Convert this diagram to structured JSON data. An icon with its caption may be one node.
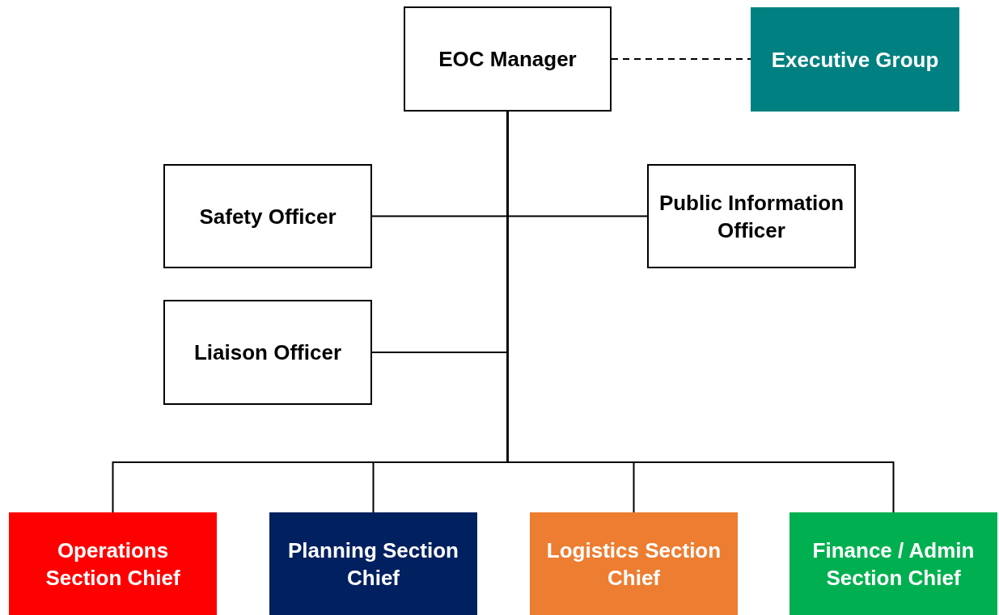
{
  "diagram": {
    "nodes": [
      {
        "text": [
          "EOC Manager"
        ]
      },
      {
        "text": [
          "Executive Group"
        ]
      },
      {
        "text": [
          "Safety Officer"
        ]
      },
      {
        "text": [
          "Public Information Officer"
        ]
      },
      {
        "text": [
          "Liaison Officer"
        ]
      },
      {
        "text": [
          "Operations Section Chief"
        ]
      },
      {
        "text": [
          "Planning Section Chief"
        ]
      },
      {
        "text": [
          "Logistics Section Chief"
        ]
      },
      {
        "text": [
          "Finance / Admin Section Chief"
        ]
      }
    ],
    "edges": [
      {
        "from": 0,
        "to": 1,
        "arrow": "none",
        "style": "dashed"
      },
      {
        "from": 0,
        "to": 2,
        "arrow": "none"
      },
      {
        "from": 0,
        "to": 3,
        "arrow": "none"
      },
      {
        "from": 0,
        "to": 4,
        "arrow": "none"
      },
      {
        "from": 0,
        "to": 5,
        "arrow": "none"
      },
      {
        "from": 0,
        "to": 6,
        "arrow": "none"
      },
      {
        "from": 0,
        "to": 7,
        "arrow": "none"
      },
      {
        "from": 0,
        "to": 8,
        "arrow": "none"
      }
    ]
  }
}
